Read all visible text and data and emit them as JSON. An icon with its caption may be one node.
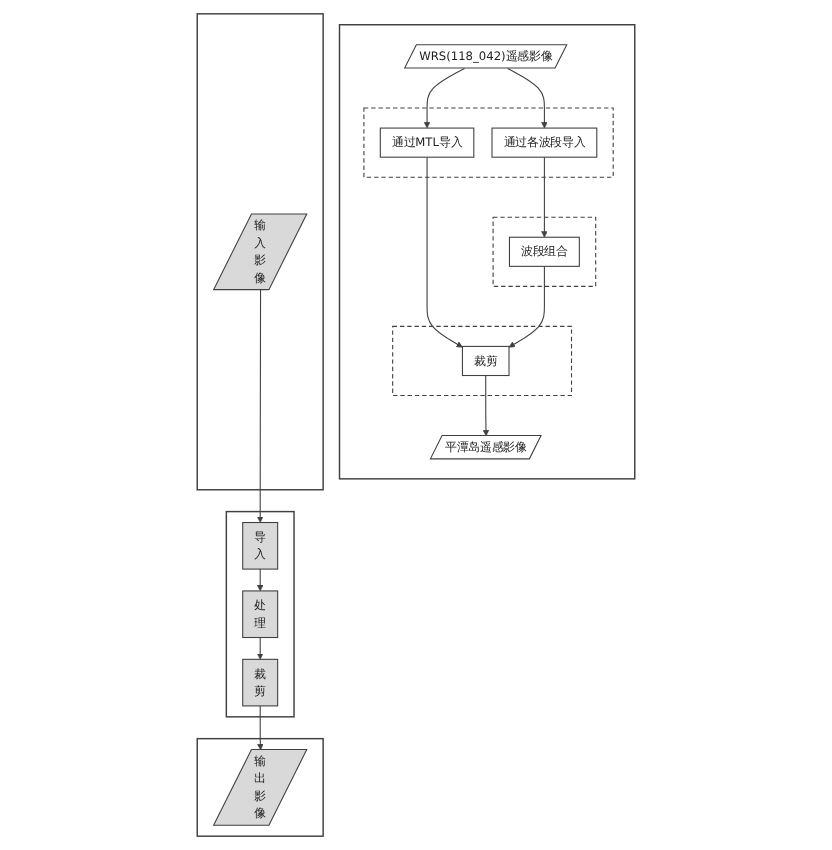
{
  "diagram": {
    "nodes": [
      {
        "text": [],
        "shape": "box"
      },
      {
        "text": [
          "WRS(118_042)遥感影像"
        ],
        "in": 0
      },
      {
        "text": [],
        "shape": "box",
        "in": 0
      },
      {
        "text": [
          "通过MTL导入"
        ],
        "in": 2
      },
      {
        "text": [
          "通过各波段导入"
        ],
        "in": 2
      },
      {
        "text": [],
        "shape": "box",
        "in": 0
      },
      {
        "text": [
          "波段组合"
        ],
        "in": 5
      },
      {
        "text": [],
        "shape": "box",
        "in": 0
      },
      {
        "text": [
          "裁剪"
        ],
        "in": 7
      },
      {
        "text": [
          "平潭岛遥感影像"
        ],
        "in": 0
      },
      {
        "text": [],
        "shape": "box"
      },
      {
        "text": [
          "输入影像"
        ],
        "in": 10
      },
      {
        "text": [],
        "shape": "box"
      },
      {
        "text": [
          "导入"
        ],
        "in": 12
      },
      {
        "text": [
          "处理"
        ],
        "in": 12
      },
      {
        "text": [
          "裁剪"
        ],
        "in": 12
      },
      {
        "text": [],
        "shape": "box"
      },
      {
        "text": [
          "输出影像"
        ],
        "in": 16
      }
    ],
    "edges": [
      {
        "from": 1,
        "to": 3,
        "arrow": "to"
      },
      {
        "from": 1,
        "to": 4,
        "arrow": "to"
      },
      {
        "from": 3,
        "to": 8,
        "arrow": "to"
      },
      {
        "from": 4,
        "to": 6,
        "arrow": "to"
      },
      {
        "from": 6,
        "to": 8,
        "arrow": "to"
      },
      {
        "from": 8,
        "to": 9,
        "arrow": "to"
      },
      {
        "from": 11,
        "to": 13,
        "arrow": "to"
      },
      {
        "from": 13,
        "to": 14,
        "arrow": "to"
      },
      {
        "from": 14,
        "to": 15,
        "arrow": "to"
      },
      {
        "from": 15,
        "to": 17,
        "arrow": "to"
      }
    ]
  }
}
